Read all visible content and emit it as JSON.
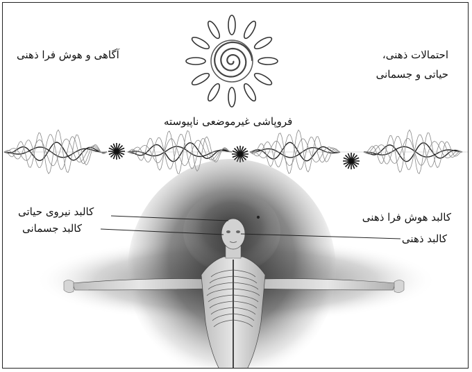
{
  "labels": {
    "top_left": "آگاهی و هوش فرا ذهنی",
    "top_right_line1": "احتمالات ذهنی،",
    "top_right_line2": "حیاتی و جسمانی",
    "middle": "فروپاشی غیرموضعی ناپیوسته",
    "vital_body": "کالبد نیروی حیاتی",
    "physical_body": "کالبد جسمانی",
    "supramental_body": "کالبد هوش فرا ذهنی",
    "mental_body": "کالبد ذهنی"
  }
}
